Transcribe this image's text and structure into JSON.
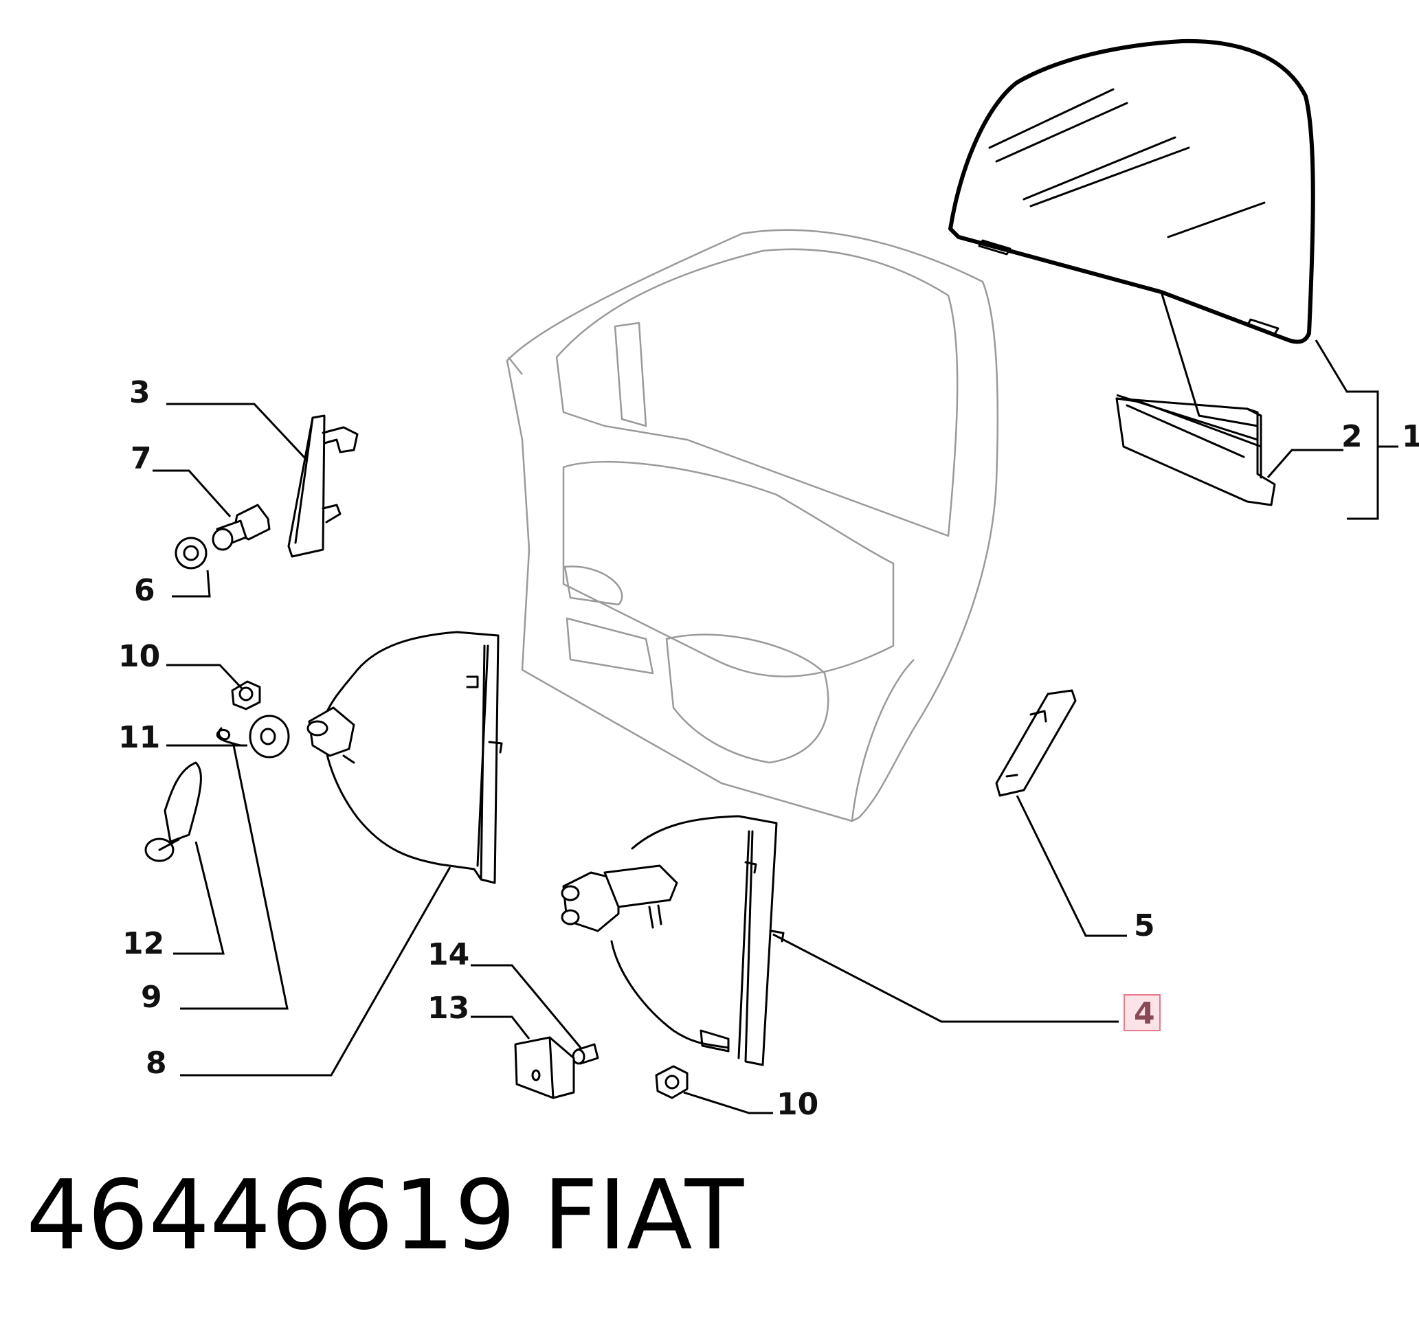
{
  "callouts": {
    "c1": "1",
    "c2": "2",
    "c3": "3",
    "c4": "4",
    "c5": "5",
    "c6": "6",
    "c7": "7",
    "c8": "8",
    "c9": "9",
    "c10a": "10",
    "c10b": "10",
    "c11": "11",
    "c12": "12",
    "c13": "13",
    "c14": "14"
  },
  "highlight_color": "#e87a8c",
  "footer": {
    "part_number": "46446619",
    "brand": "FIAT"
  }
}
